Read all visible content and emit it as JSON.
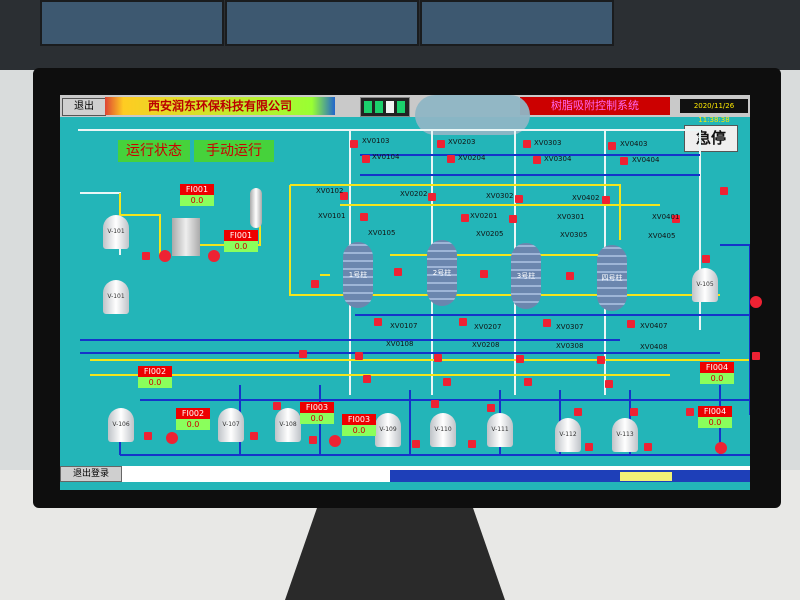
{
  "header": {
    "exit_label": "退出",
    "company": "西安润东环保科技有限公司",
    "system_title": "树脂吸附控制系统",
    "datetime": "2020/11/26 11:38:38"
  },
  "controls": {
    "emergency_stop": "急停",
    "run_state_label": "运行状态",
    "run_mode": "手动运行"
  },
  "flows": [
    {
      "label": "FI001",
      "value": "0.0"
    },
    {
      "label": "FI001",
      "value": "0.0"
    },
    {
      "label": "FI002",
      "value": "0.0"
    },
    {
      "label": "FI002",
      "value": "0.0"
    },
    {
      "label": "FI003",
      "value": "0.0"
    },
    {
      "label": "FI003",
      "value": "0.0"
    },
    {
      "label": "FI004",
      "value": "0.0"
    },
    {
      "label": "FI004",
      "value": "0.0"
    }
  ],
  "vessels": [
    "V-101",
    "V-101",
    "V-106",
    "V-107",
    "V-108",
    "V-109",
    "V-110",
    "V-111",
    "V-112",
    "V-113",
    "V-105"
  ],
  "towers": [
    "1号柱",
    "2号柱",
    "3号柱",
    "四号柱"
  ],
  "valve_tags": [
    "XV0103",
    "XV0104",
    "XV0203",
    "XV0204",
    "XV0303",
    "XV0304",
    "XV0403",
    "XV0404",
    "XV0102",
    "XV0202",
    "XV0302",
    "XV0402",
    "XV0101",
    "XV0201",
    "XV0301",
    "XV0401",
    "XV0105",
    "XV0205",
    "XV0305",
    "XV0405",
    "XV0108",
    "XV0208",
    "XV0308",
    "XV0408",
    "XV0107",
    "XV0207",
    "XV0307",
    "XV0407"
  ],
  "bottom": {
    "login_label": "退出登录"
  },
  "colors": {
    "screen_bg": "#23b5b8",
    "pipe_yellow": "#f3e51c",
    "pipe_blue": "#1534c9",
    "pipe_white": "#eaf6f6",
    "alarm_red": "#e02020",
    "status_green": "#46d23b"
  }
}
